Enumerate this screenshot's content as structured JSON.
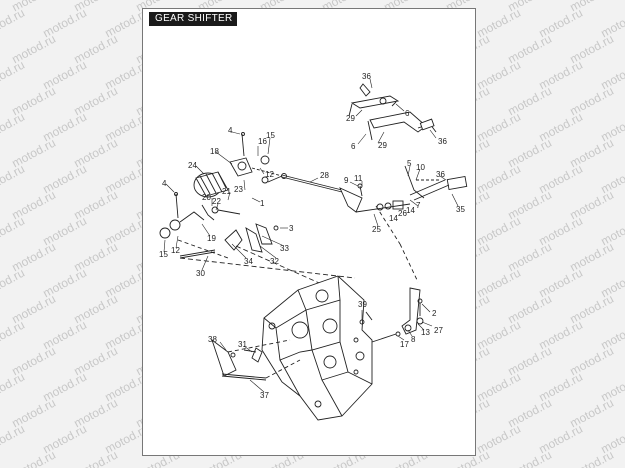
{
  "title": "GEAR SHIFTER",
  "watermark": "motod.ru",
  "callouts": {
    "c36a": "36",
    "c6a": "6",
    "c29a": "29",
    "c36b": "36",
    "c6b": "6",
    "c29b": "29",
    "c4a": "4",
    "c16": "16",
    "c15a": "15",
    "c18": "18",
    "c24": "24",
    "c12a": "12",
    "c28": "28",
    "c9": "9",
    "c11": "11",
    "c5": "5",
    "c10": "10",
    "c36c": "36",
    "c4b": "4",
    "c23": "23",
    "c21": "21",
    "c20": "20",
    "c22": "22",
    "c1": "1",
    "c7": "7",
    "c14a": "14",
    "c26": "26",
    "c14b": "14",
    "c35": "35",
    "c25": "25",
    "c3": "3",
    "c19": "19",
    "c12b": "12",
    "c15b": "15",
    "c33": "33",
    "c34": "34",
    "c32": "32",
    "c30": "30",
    "c39": "39",
    "c2": "2",
    "c13": "13",
    "c27": "27",
    "c8": "8",
    "c17": "17",
    "c38": "38",
    "c31": "31",
    "c37": "37"
  },
  "colors": {
    "ink": "#222222",
    "badge": "#1a1a1a",
    "watermark": "#c8c8c8"
  }
}
